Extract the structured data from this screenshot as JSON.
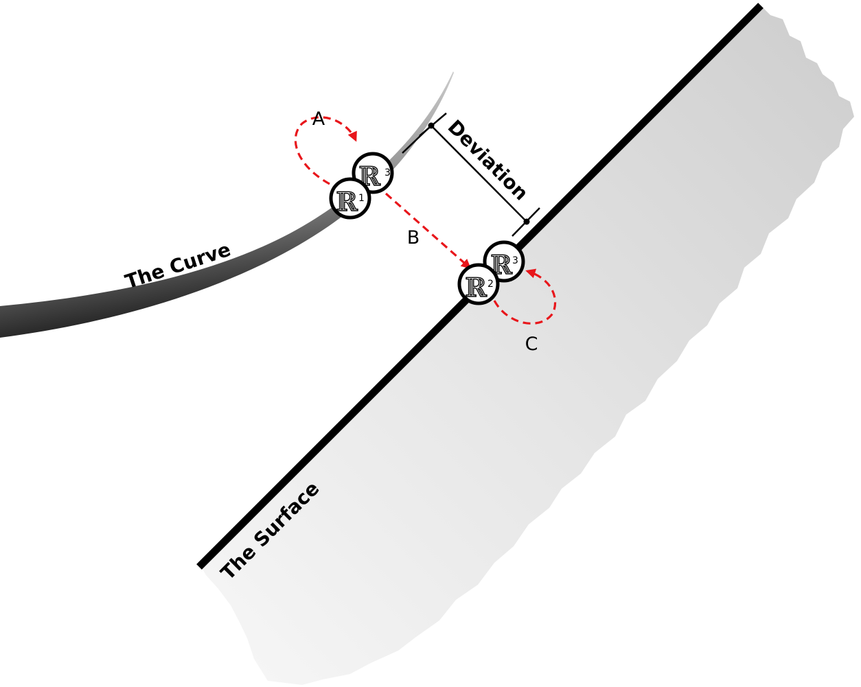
{
  "labels": {
    "curve": "The Curve",
    "surface": "The Surface",
    "deviation": "Deviation",
    "arrow_a": "A",
    "arrow_b": "B",
    "arrow_c": "C"
  },
  "nodes": {
    "r1": {
      "symbol": "ℝ",
      "sup": "1"
    },
    "r2": {
      "symbol": "ℝ",
      "sup": "2"
    },
    "r3_curve": {
      "symbol": "ℝ",
      "sup": "3"
    },
    "r3_surface": {
      "symbol": "ℝ",
      "sup": "3"
    }
  },
  "colors": {
    "arrow": "#e8161b",
    "line": "#000000",
    "surface_fill_light": "#f3f3f3",
    "surface_fill_dark": "#cfcfcf"
  }
}
